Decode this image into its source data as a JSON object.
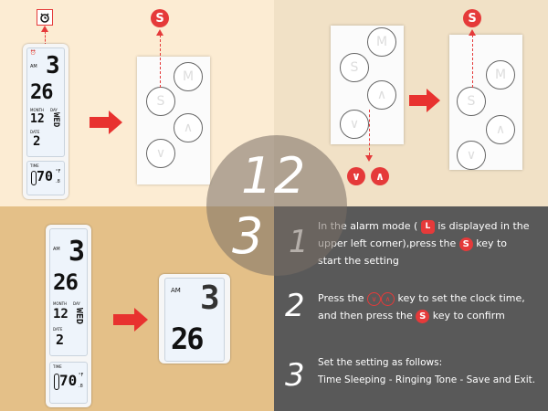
{
  "colors": {
    "accent": "#e53a3a",
    "dark_panel": "#595959"
  },
  "icons": {
    "alarm": "alarm-clock-icon",
    "sleep_key": "S",
    "up_key": "∧",
    "down_key": "∨",
    "mode_key": "M"
  },
  "keys": {
    "s": "S",
    "m": "M",
    "up": "∧",
    "down": "∨"
  },
  "device_labels": {
    "am": "AM",
    "month": "MONTH",
    "day": "DAY",
    "date": "DATE",
    "time": "TIME",
    "temp_unit": "°F"
  },
  "device_readout": {
    "hour": "3",
    "minutes": "26",
    "month": "12",
    "weekday": "WED",
    "date": "2",
    "temp": "70",
    "temp_decimal": ".8"
  },
  "overlay_numbers": [
    "1",
    "2",
    "3"
  ],
  "instructions": [
    {
      "number": "1",
      "line1_a": "In the alarm mode (",
      "line1_b": "is displayed in the",
      "line2_a": "upper left corner),press the",
      "line2_b": "key to",
      "line3": "start the setting"
    },
    {
      "number": "2",
      "line1_a": "Press the",
      "line1_b": "key to set the clock time,",
      "line2_a": "and then press the",
      "line2_b": "key to confirm"
    },
    {
      "number": "3",
      "line1": "Set the setting as follows:",
      "line2": "Time Sleeping - Ringing Tone - Save and Exit."
    }
  ]
}
